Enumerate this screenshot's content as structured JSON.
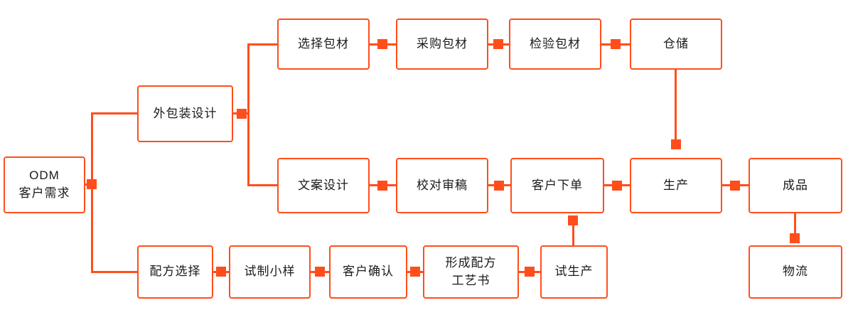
{
  "diagram": {
    "type": "flowchart",
    "accent_color": "#FF4E1B",
    "text_color": "#1a1a1a",
    "nodes": {
      "odm_demand": {
        "label": "ODM\n客户需求"
      },
      "packaging_design": {
        "label": "外包装设计"
      },
      "select_material": {
        "label": "选择包材"
      },
      "purchase_material": {
        "label": "采购包材"
      },
      "inspect_material": {
        "label": "检验包材"
      },
      "warehouse": {
        "label": "仓储"
      },
      "copywriting": {
        "label": "文案设计"
      },
      "proofreading": {
        "label": "校对审稿"
      },
      "customer_order": {
        "label": "客户下单"
      },
      "production": {
        "label": "生产"
      },
      "finished_product": {
        "label": "成品"
      },
      "formula_selection": {
        "label": "配方选择"
      },
      "trial_sample": {
        "label": "试制小样"
      },
      "customer_confirm": {
        "label": "客户确认"
      },
      "formula_process_doc": {
        "label": "形成配方\n工艺书"
      },
      "trial_production": {
        "label": "试生产"
      },
      "logistics": {
        "label": "物流"
      }
    },
    "flows": [
      "ODM客户需求 → 外包装设计 → 选择包材 → 采购包材 → 检验包材 → 仓储 → 生产",
      "外包装设计 → 文案设计 → 校对审稿 → 客户下单 → 生产 → 成品 → 物流",
      "ODM客户需求 → 配方选择 → 试制小样 → 客户确认 → 形成配方工艺书 → 试生产 → 客户下单"
    ]
  }
}
